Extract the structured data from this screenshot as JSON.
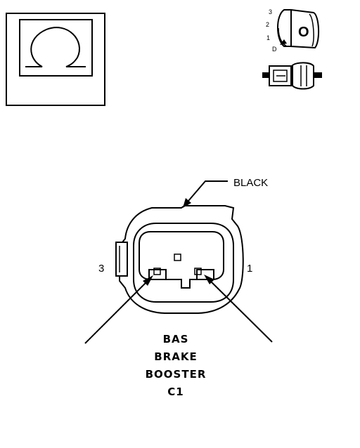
{
  "legend": {
    "symbol_icon": "ohm-icon",
    "key_icon": "ignition-key-icon",
    "connector_icon": "connector-pair-icon",
    "key_positions": [
      "3",
      "2",
      "1",
      "D"
    ],
    "key_glyph": "O"
  },
  "connector": {
    "color_label": "BLACK",
    "pin_left": "3",
    "pin_right": "1",
    "name_lines": [
      "BAS",
      "BRAKE",
      "BOOSTER",
      "C1"
    ]
  }
}
